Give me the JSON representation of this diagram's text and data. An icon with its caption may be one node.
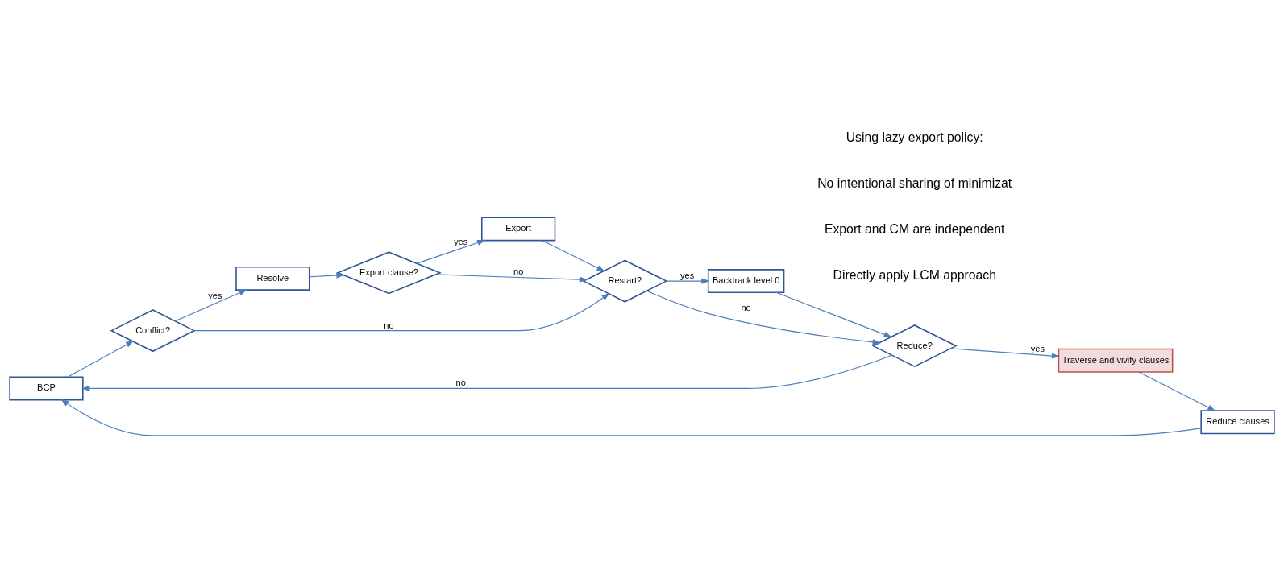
{
  "diagram": {
    "nodes": [
      {
        "text": [
          "BCP"
        ]
      },
      {
        "text": [
          "Conflict?"
        ]
      },
      {
        "text": [
          "Resolve"
        ]
      },
      {
        "text": [
          "Export clause?"
        ]
      },
      {
        "text": [
          "Export"
        ]
      },
      {
        "text": [
          "Restart?"
        ]
      },
      {
        "text": [
          "Backtrack level 0"
        ]
      },
      {
        "text": [
          "Reduce?"
        ]
      },
      {
        "text": [
          "Traverse and vivify clauses"
        ]
      },
      {
        "text": [
          "Reduce clauses"
        ]
      }
    ],
    "edges": [
      {
        "from": 0,
        "to": 1,
        "arrow": "to"
      },
      {
        "from": 1,
        "to": 5,
        "arrow": "to",
        "label": "no"
      },
      {
        "from": 1,
        "to": 2,
        "arrow": "to",
        "label": "yes"
      },
      {
        "from": 2,
        "to": 3,
        "arrow": "to"
      },
      {
        "from": 3,
        "to": 5,
        "arrow": "to",
        "label": "no"
      },
      {
        "from": 3,
        "to": 4,
        "arrow": "to",
        "label": "yes"
      },
      {
        "from": 4,
        "to": 5,
        "arrow": "to"
      },
      {
        "from": 5,
        "to": 7,
        "arrow": "to",
        "label": "no"
      },
      {
        "from": 5,
        "to": 6,
        "arrow": "to",
        "label": "yes"
      },
      {
        "from": 6,
        "to": 7,
        "arrow": "to"
      },
      {
        "from": 7,
        "to": 0,
        "arrow": "to",
        "label": "no"
      },
      {
        "from": 7,
        "to": 8,
        "arrow": "to",
        "label": "yes"
      },
      {
        "from": 8,
        "to": 9,
        "arrow": "to"
      },
      {
        "from": 9,
        "to": 0,
        "arrow": "to"
      }
    ],
    "labels": [
      "Directly apply LCM approach",
      "Export and CM are independent",
      "No intentional sharing of minimizat",
      "Using lazy export policy:"
    ]
  }
}
